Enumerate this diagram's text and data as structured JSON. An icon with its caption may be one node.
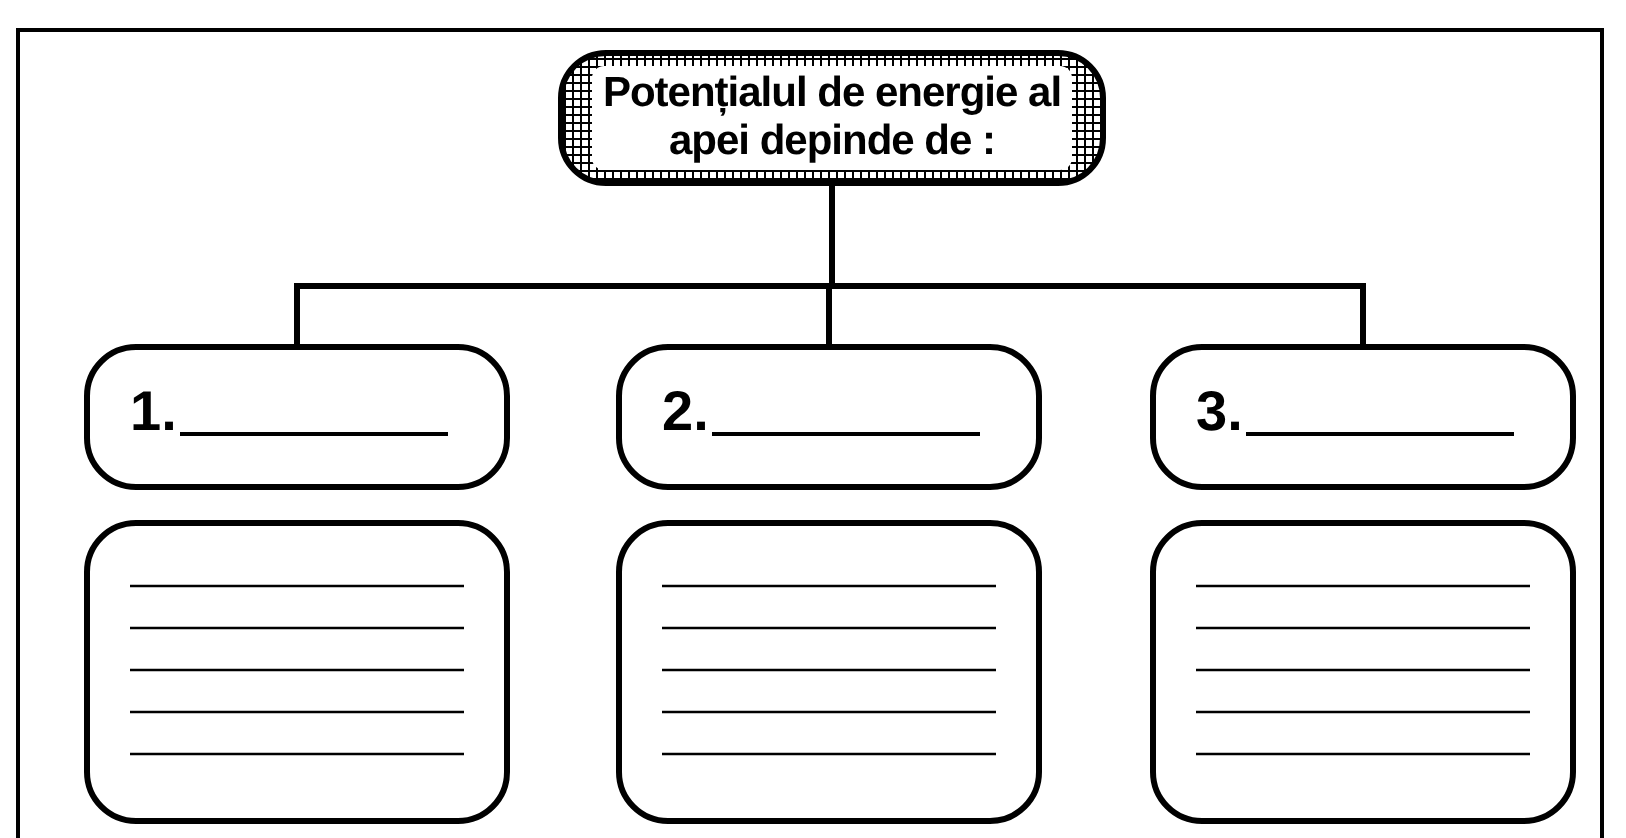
{
  "diagram": {
    "nodes": [
      {
        "text": [
          "Potențialul de energie al apei depinde de :"
        ]
      },
      {
        "text": [
          "1."
        ]
      },
      {
        "text": [
          "2."
        ]
      },
      {
        "text": [
          "3."
        ]
      },
      {
        "text": [],
        "shape": "box"
      },
      {
        "text": [],
        "shape": "box"
      },
      {
        "text": [],
        "shape": "box"
      }
    ],
    "edges": [
      {
        "from": 0,
        "to": 1,
        "arrow": "none"
      },
      {
        "from": 0,
        "to": 2,
        "arrow": "none"
      },
      {
        "from": 0,
        "to": 3,
        "arrow": "none"
      }
    ]
  }
}
